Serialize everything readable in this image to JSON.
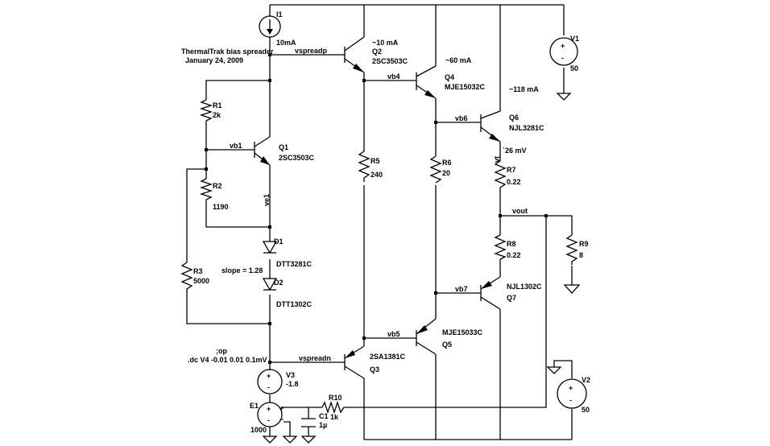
{
  "header": {
    "title": "ThermalTrak bias spreader",
    "date": "January 24, 2009"
  },
  "directives": {
    "op": ";op",
    "dc": ".dc V4 -0.01 0.01 0.1mV"
  },
  "notes": {
    "slope": "slope = 1.28",
    "i_q2": "~10 mA",
    "i_q4": "~60 mA",
    "i_q6": "~118 mA",
    "v_r7": "`26 mV"
  },
  "nets": {
    "vspreadp": "vspreadp",
    "vspreadn": "vspreadn",
    "vb1": "vb1",
    "ve1": "ve1",
    "vb4": "vb4",
    "vb5": "vb5",
    "vb6": "vb6",
    "vb7": "vb7",
    "vt": "vt",
    "vout": "vout"
  },
  "components": {
    "I1": {
      "name": "I1",
      "value": "10mA"
    },
    "V1": {
      "name": "V1",
      "value": "50"
    },
    "V2": {
      "name": "V2",
      "value": "50"
    },
    "V3": {
      "name": "V3",
      "value": "-1.8"
    },
    "E1": {
      "name": "E1",
      "value": "1000"
    },
    "C1": {
      "name": "C1",
      "value": "1µ"
    },
    "R1": {
      "name": "R1",
      "value": "2k"
    },
    "R2": {
      "name": "R2",
      "value": "1190"
    },
    "R3": {
      "name": "R3",
      "value": "5000"
    },
    "R5": {
      "name": "R5",
      "value": "240"
    },
    "R6": {
      "name": "R6",
      "value": "20"
    },
    "R7": {
      "name": "R7",
      "value": "0.22"
    },
    "R8": {
      "name": "R8",
      "value": "0.22"
    },
    "R9": {
      "name": "R9",
      "value": "8"
    },
    "R10": {
      "name": "R10",
      "value": "1k"
    },
    "D1": {
      "name": "D1",
      "value": "DTT3281C"
    },
    "D2": {
      "name": "D2",
      "value": "DTT1302C"
    },
    "Q1": {
      "name": "Q1",
      "value": "2SC3503C"
    },
    "Q2": {
      "name": "Q2",
      "value": "2SC3503C"
    },
    "Q3": {
      "name": "Q3",
      "value": "2SA1381C"
    },
    "Q4": {
      "name": "Q4",
      "value": "MJE15032C"
    },
    "Q5": {
      "name": "Q5",
      "value": "MJE15033C"
    },
    "Q6": {
      "name": "Q6",
      "value": "NJL3281C"
    },
    "Q7": {
      "name": "Q7",
      "value": "NJL1302C"
    }
  },
  "pins": {
    "plus": "+",
    "minus": "−"
  }
}
